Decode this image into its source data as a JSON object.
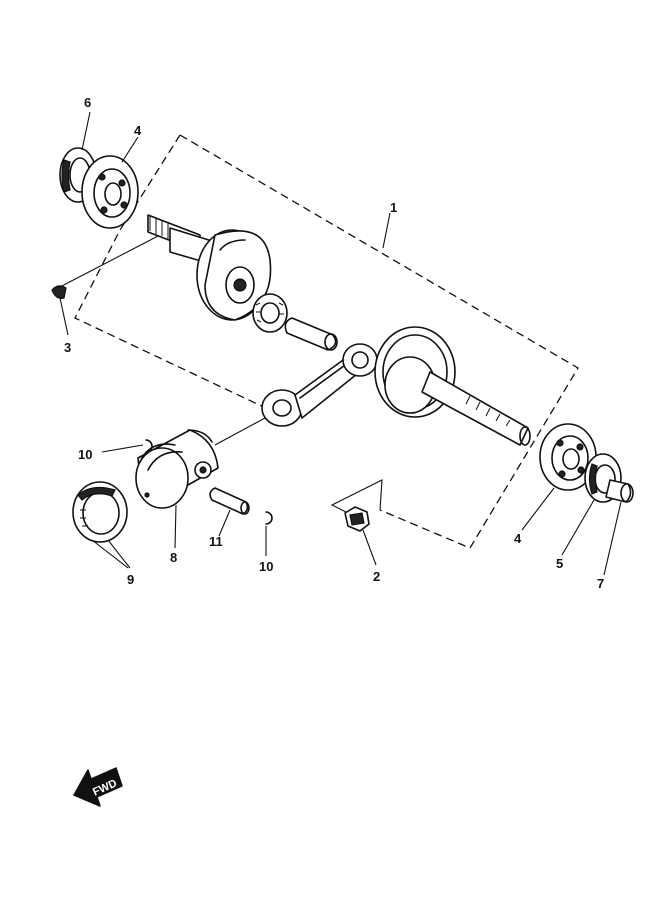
{
  "callouts": {
    "c1": "1",
    "c2": "2",
    "c3": "3",
    "c4a": "4",
    "c4b": "4",
    "c5": "5",
    "c6": "6",
    "c7": "7",
    "c8": "8",
    "c9": "9",
    "c10a": "10",
    "c10b": "10",
    "c11": "11"
  },
  "fwd_label": "FWD",
  "icons": {
    "fwd_arrow": "fwd-arrow-icon"
  }
}
